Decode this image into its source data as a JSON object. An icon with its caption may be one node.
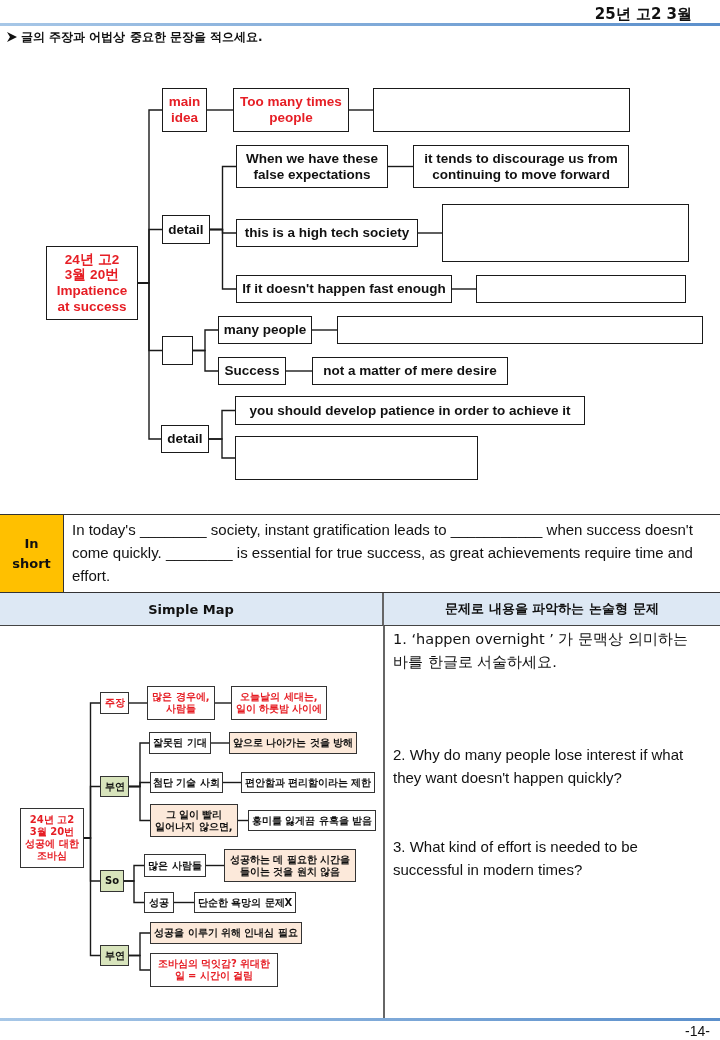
{
  "diagram": {
    "nodes": [
      {
        "text": [
          "24년 고2 3월 20번 Impatience at success"
        ]
      },
      {
        "text": [
          "main idea"
        ]
      },
      {
        "text": [
          "Too many times people"
        ]
      },
      {
        "text": [],
        "shape": "box"
      },
      {
        "text": [
          "detail"
        ]
      },
      {
        "text": [
          "When we have these false expectations"
        ]
      },
      {
        "text": [
          "it tends to discourage us from continuing to move forward"
        ]
      },
      {
        "text": [
          "this is a high tech society"
        ]
      },
      {
        "text": [],
        "shape": "box"
      },
      {
        "text": [
          "If it doesn't happen fast enough"
        ]
      },
      {
        "text": [],
        "shape": "box"
      },
      {
        "text": [],
        "shape": "box"
      },
      {
        "text": [
          "many people"
        ]
      },
      {
        "text": [],
        "shape": "box"
      },
      {
        "text": [
          "Success"
        ]
      },
      {
        "text": [
          "not a matter of mere desire"
        ]
      },
      {
        "text": [
          "detail"
        ]
      },
      {
        "text": [
          "you should develop patience in order to achieve it"
        ]
      },
      {
        "text": [],
        "shape": "box"
      },
      {
        "text": [
          "24년 고2 3월 20번 성공에 대한 조바심"
        ]
      },
      {
        "text": [
          "주장"
        ]
      },
      {
        "text": [
          "많은 경우에, 사람들"
        ]
      },
      {
        "text": [
          "오늘날의 세대는, 일이 하룻밤 사이에"
        ]
      },
      {
        "text": [
          "부연"
        ]
      },
      {
        "text": [
          "잘못된 기대"
        ]
      },
      {
        "text": [
          "앞으로 나아가는 것을 방해"
        ]
      },
      {
        "text": [
          "첨단 기술 사회"
        ]
      },
      {
        "text": [
          "편안함과 편리함이라는 제한"
        ]
      },
      {
        "text": [
          "그 일이 빨리 일어나지 않으면,"
        ]
      },
      {
        "text": [
          "흥미를 잃게끔 유혹을 받음"
        ]
      },
      {
        "text": [
          "So"
        ]
      },
      {
        "text": [
          "많은 사람들"
        ]
      },
      {
        "text": [
          "성공하는 데 필요한 시간을 들이는 것을 원치 않음"
        ]
      },
      {
        "text": [
          "성공"
        ]
      },
      {
        "text": [
          "단순한 욕망의 문제X"
        ]
      },
      {
        "text": [
          "부연"
        ]
      },
      {
        "text": [
          "성공을 이루기 위해 인내심 필요"
        ]
      },
      {
        "text": [
          "조바심의 먹잇감? 위대한 일 = 시간이 걸림"
        ]
      }
    ],
    "edges": [
      {
        "from": 0,
        "to": 1,
        "arrow": "none"
      },
      {
        "from": 1,
        "to": 2,
        "arrow": "none"
      },
      {
        "from": 2,
        "to": 3,
        "arrow": "none"
      },
      {
        "from": 0,
        "to": 4,
        "arrow": "none"
      },
      {
        "from": 4,
        "to": 5,
        "arrow": "none"
      },
      {
        "from": 5,
        "to": 6,
        "arrow": "none"
      },
      {
        "from": 4,
        "to": 7,
        "arrow": "none"
      },
      {
        "from": 7,
        "to": 8,
        "arrow": "none"
      },
      {
        "from": 4,
        "to": 9,
        "arrow": "none"
      },
      {
        "from": 9,
        "to": 10,
        "arrow": "none"
      },
      {
        "from": 0,
        "to": 11,
        "arrow": "none"
      },
      {
        "from": 11,
        "to": 12,
        "arrow": "none"
      },
      {
        "from": 12,
        "to": 13,
        "arrow": "none"
      },
      {
        "from": 11,
        "to": 14,
        "arrow": "none"
      },
      {
        "from": 14,
        "to": 15,
        "arrow": "none"
      },
      {
        "from": 0,
        "to": 16,
        "arrow": "none"
      },
      {
        "from": 16,
        "to": 17,
        "arrow": "none"
      },
      {
        "from": 16,
        "to": 18,
        "arrow": "none"
      },
      {
        "from": 19,
        "to": 20,
        "arrow": "none"
      },
      {
        "from": 20,
        "to": 21,
        "arrow": "none"
      },
      {
        "from": 21,
        "to": 22,
        "arrow": "none"
      },
      {
        "from": 19,
        "to": 23,
        "arrow": "none"
      },
      {
        "from": 23,
        "to": 24,
        "arrow": "none"
      },
      {
        "from": 24,
        "to": 25,
        "arrow": "none"
      },
      {
        "from": 23,
        "to": 26,
        "arrow": "none"
      },
      {
        "from": 26,
        "to": 27,
        "arrow": "none"
      },
      {
        "from": 23,
        "to": 28,
        "arrow": "none"
      },
      {
        "from": 28,
        "to": 29,
        "arrow": "none"
      },
      {
        "from": 19,
        "to": 30,
        "arrow": "none"
      },
      {
        "from": 30,
        "to": 31,
        "arrow": "none"
      },
      {
        "from": 31,
        "to": 32,
        "arrow": "none"
      },
      {
        "from": 30,
        "to": 33,
        "arrow": "none"
      },
      {
        "from": 33,
        "to": 34,
        "arrow": "none"
      },
      {
        "from": 19,
        "to": 35,
        "arrow": "none"
      },
      {
        "from": 35,
        "to": 36,
        "arrow": "none"
      },
      {
        "from": 35,
        "to": 37,
        "arrow": "none"
      }
    ],
    "labels": [
      "25년 고2 3월",
      "글의 주장과 어법상 중요한 문장을 적으세요.",
      "In short",
      "In today's ________ society, instant gratification leads to ___________ when success doesn't come quickly. ________ is essential for true success, as great achievements require time and effort.",
      "Simple Map",
      "문제로 내용을 파악하는 논술형 문제",
      "1. ‘happen overnight ’ 가 문맥상 의미하는 바를 한글로 서술하세요.",
      "2. Why do many people lose interest if what they want doesn't happen quickly?",
      "3. What kind of effort is needed to be successful in modern times?",
      "-14-"
    ]
  }
}
